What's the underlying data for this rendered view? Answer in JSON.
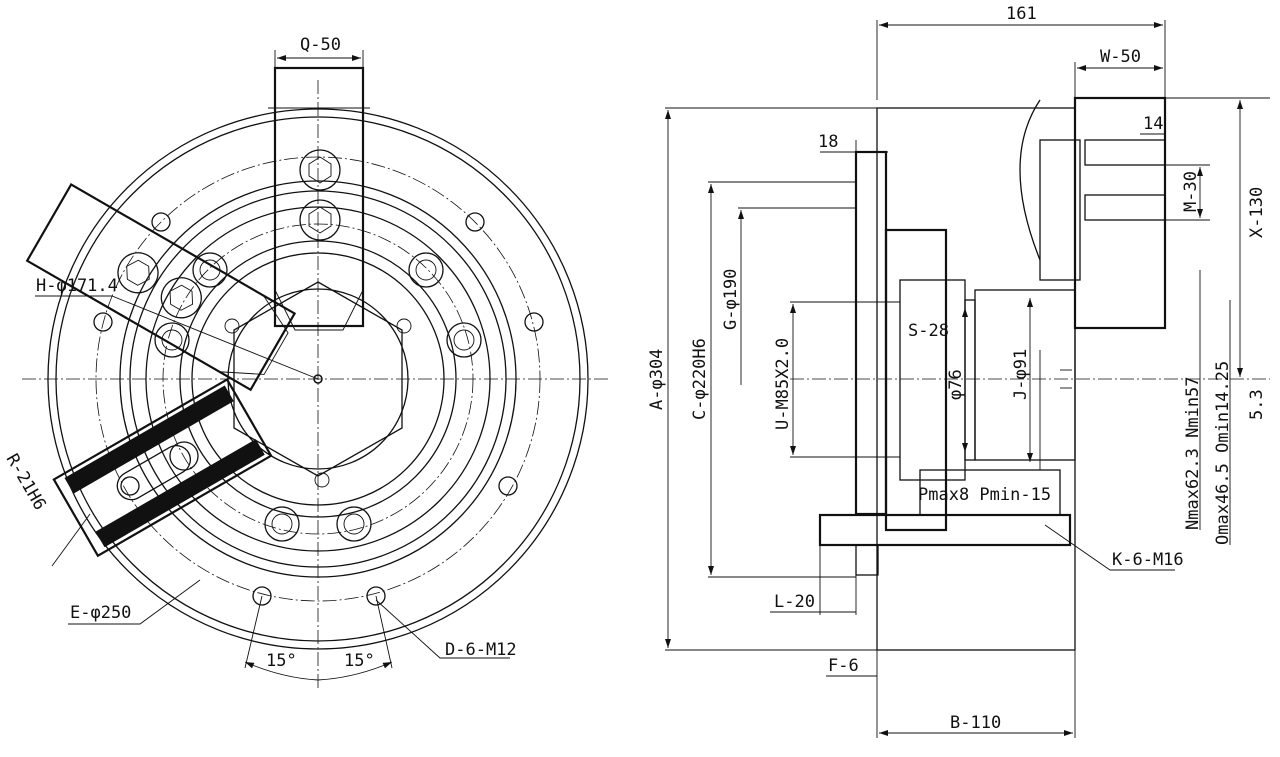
{
  "front_view": {
    "q": "Q-50",
    "h": "H-φ171.4",
    "r": "R-21H6",
    "e": "E-φ250",
    "d": "D-6-M12",
    "angle_left": "15°",
    "angle_right": "15°"
  },
  "side_view": {
    "overall": "161",
    "w": "W-50",
    "w14": "14",
    "m": "M-30",
    "x": "X-130",
    "t18": "18",
    "a": "A-φ304",
    "c": "C-φ220H6",
    "g": "G-φ190",
    "u": "U-M85X2.0",
    "s": "S-28",
    "phi76": "φ76",
    "j": "J-φ91",
    "n": "Nmax62.3 Nmin57",
    "o": "Omax46.5 Omin14.25",
    "v53": "5.3",
    "p": "Pmax8 Pmin-15",
    "k": "K-6-M16",
    "l": "L-20",
    "f": "F-6",
    "b": "B-110"
  }
}
